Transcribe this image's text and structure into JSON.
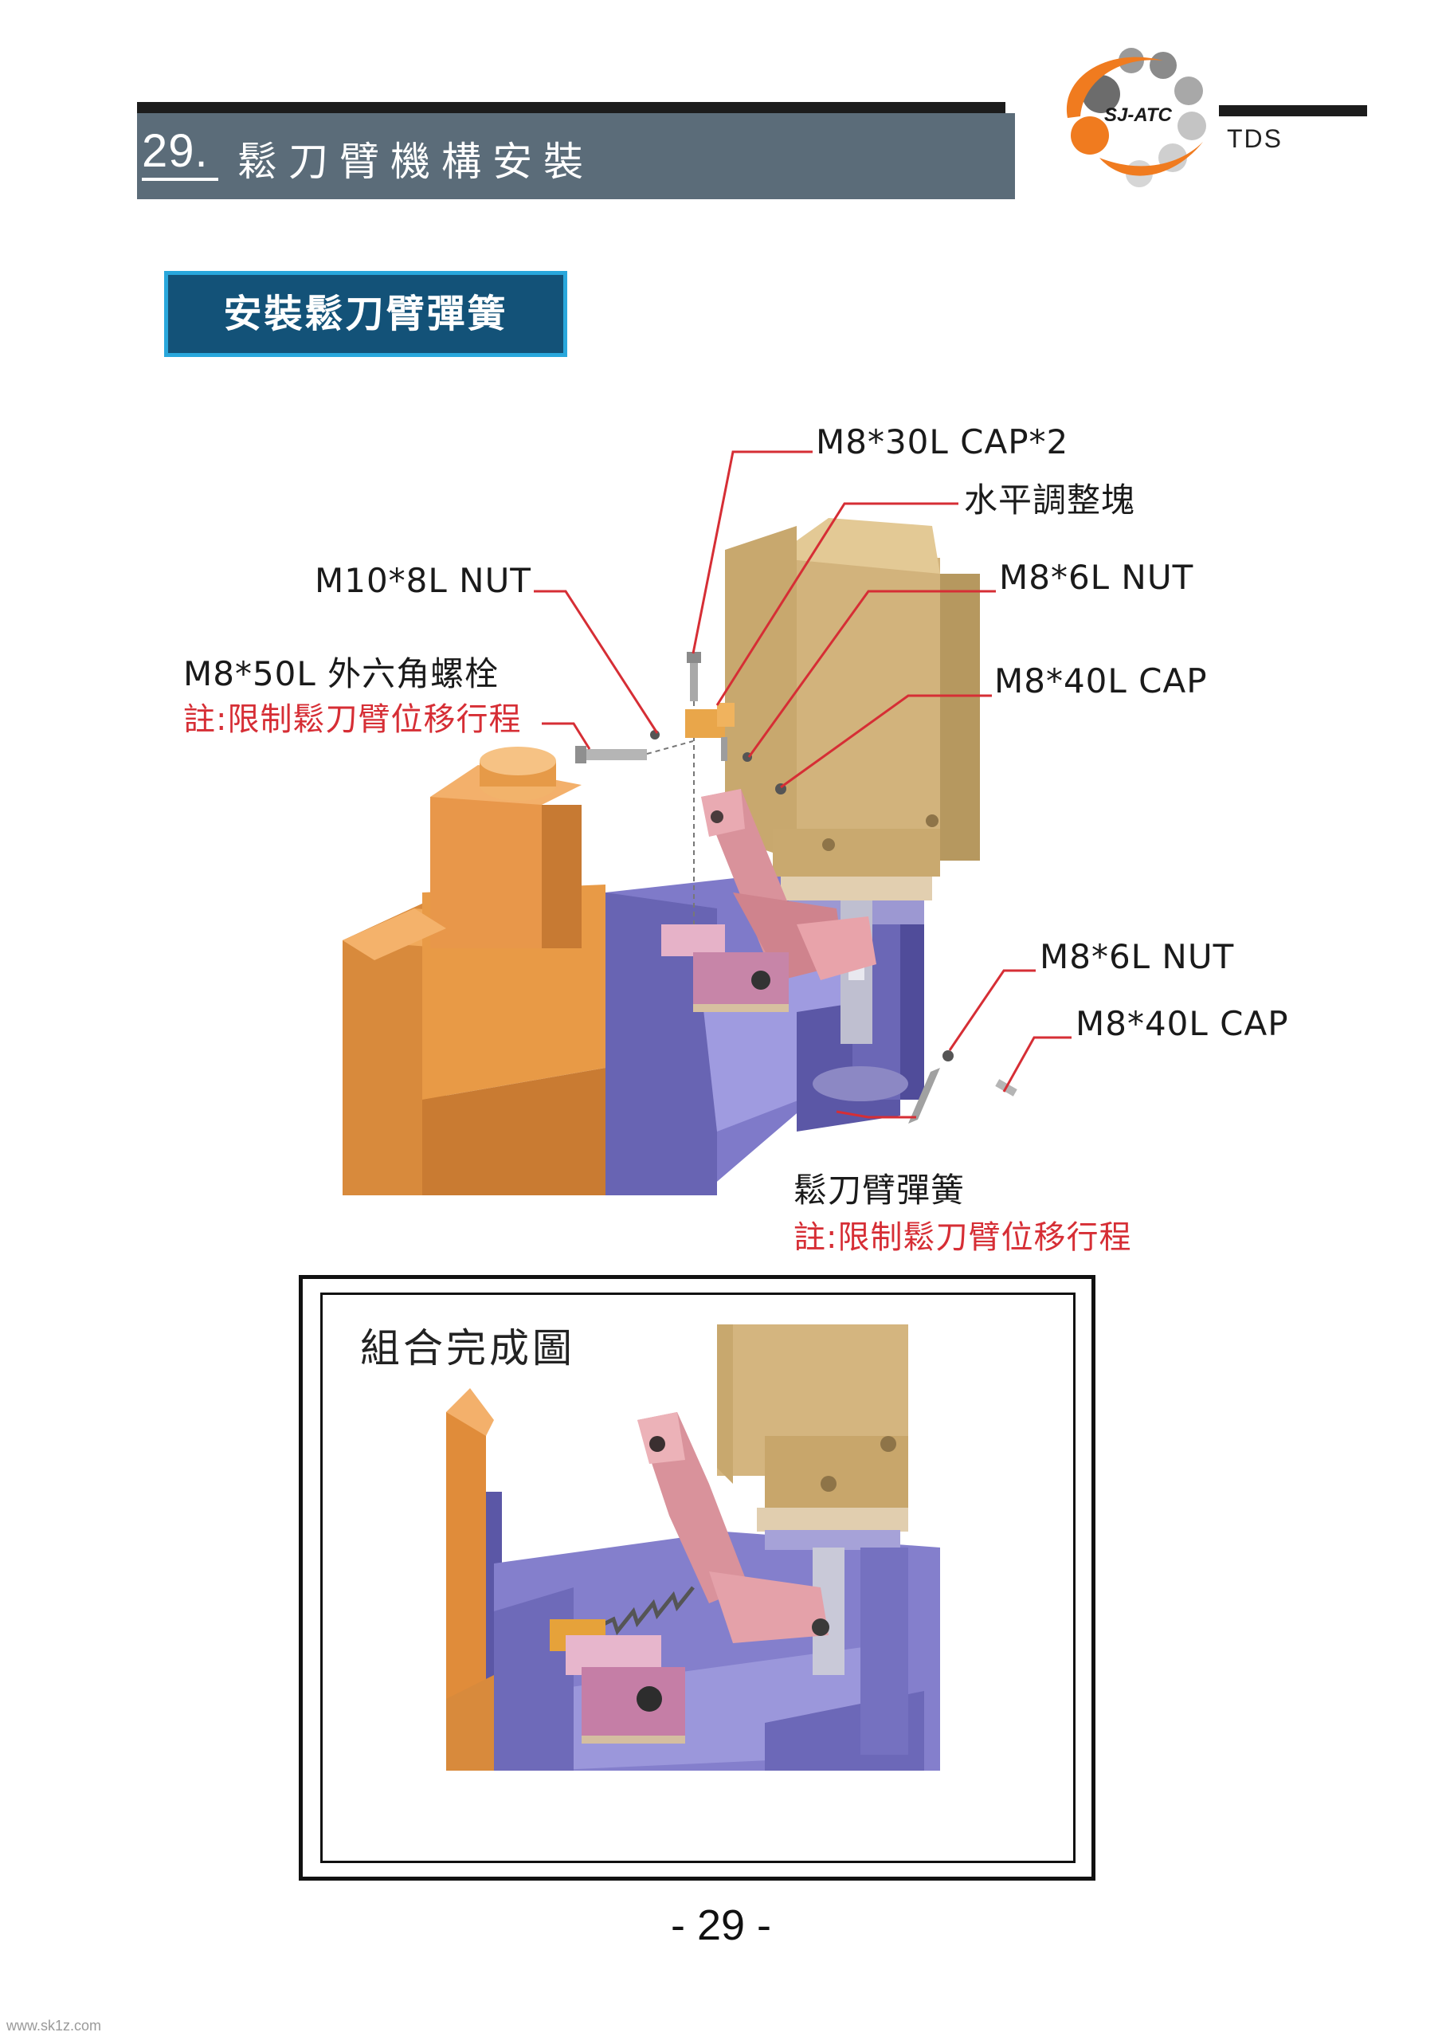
{
  "header": {
    "section_number": "29.",
    "section_title": "鬆刀臂機構安裝",
    "logo_text": "SJ-ATC",
    "doc_code": "TDS"
  },
  "subtitle": "安裝鬆刀臂彈簧",
  "exploded_view": {
    "labels": {
      "m8_30l_cap": "M8*30L CAP*2",
      "level_block": "水平調整塊",
      "m10_8l_nut": "M10*8L NUT",
      "m8_6l_nut_top": "M8*6L NUT",
      "m8_50l_bolt": "M8*50L 外六角螺栓",
      "note_top": "註:限制鬆刀臂位移行程",
      "m8_40l_cap_top": "M8*40L CAP",
      "m8_6l_nut_bottom": "M8*6L NUT",
      "m8_40l_cap_bottom": "M8*40L CAP",
      "spring": "鬆刀臂彈簧",
      "note_bottom": "註:限制鬆刀臂位移行程"
    }
  },
  "assembled_view": {
    "title": "組合完成圖"
  },
  "footer": {
    "page_number": "- 29 -",
    "watermark": "www.sk1z.com"
  },
  "colors": {
    "header_band": "#5b6c79",
    "subtitle_bg": "#135278",
    "subtitle_border": "#29a7dc",
    "leader_line": "#d62e35",
    "note_text": "#d62e35",
    "motor_tan": "#d8b77a",
    "arm_pink": "#d9909a",
    "base_purple": "#7d78c8",
    "column_orange": "#e39a45"
  }
}
